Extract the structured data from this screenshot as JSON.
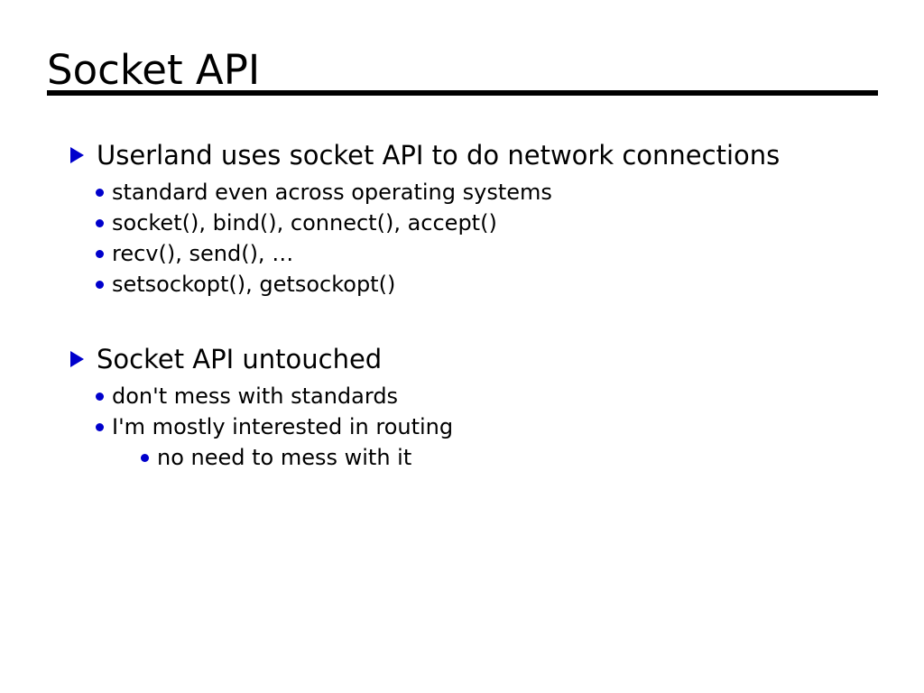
{
  "slide": {
    "title": "Socket API",
    "accent_color": "#0000CC",
    "text_color": "#000000",
    "background_color": "#ffffff",
    "rule_color": "#000000",
    "markers": {
      "level1": "triangle-right-bullet",
      "level2": "round-bullet",
      "level3": "round-bullet"
    },
    "blocks": [
      {
        "heading": "Userland uses socket API to do network connections",
        "items": [
          {
            "level": 2,
            "text": "standard even across operating systems"
          },
          {
            "level": 2,
            "text": "socket(), bind(), connect(), accept()"
          },
          {
            "level": 2,
            "text": "recv(), send(), …"
          },
          {
            "level": 2,
            "text": "setsockopt(), getsockopt()"
          }
        ]
      },
      {
        "heading": "Socket API untouched",
        "items": [
          {
            "level": 2,
            "text": "don't mess with standards"
          },
          {
            "level": 2,
            "text": "I'm mostly interested in routing"
          },
          {
            "level": 3,
            "text": "no need to mess with it"
          }
        ]
      }
    ]
  }
}
